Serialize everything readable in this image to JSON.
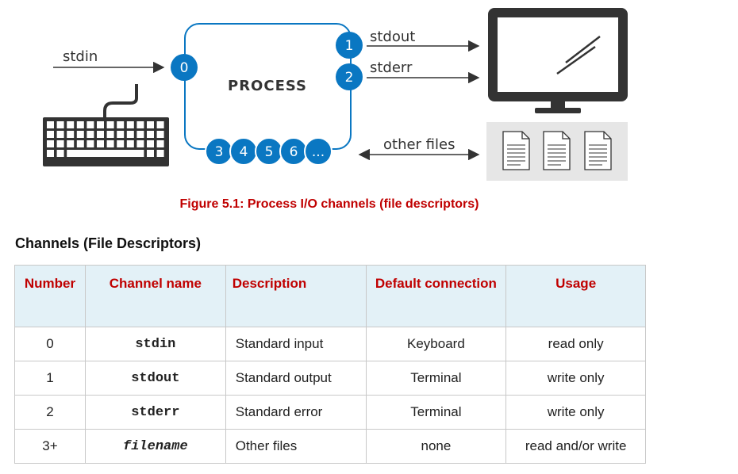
{
  "diagram": {
    "process_label": "PROCESS",
    "inputs": [
      {
        "label": "stdin",
        "fd": "0"
      }
    ],
    "outputs": [
      {
        "label": "stdout",
        "fd": "1"
      },
      {
        "label": "stderr",
        "fd": "2"
      }
    ],
    "other_fds": [
      "3",
      "4",
      "5",
      "6",
      "..."
    ],
    "other_files_label": "other files",
    "icons": [
      "keyboard-icon",
      "monitor-icon",
      "document-icon",
      "document-icon",
      "document-icon"
    ],
    "colors": {
      "fd_circle": "#0a77c2",
      "line": "#333333",
      "process_border": "#0a77c2",
      "files_bg": "#e6e6e6"
    }
  },
  "caption": "Figure 5.1: Process I/O channels (file descriptors)",
  "section_title": "Channels (File Descriptors)",
  "table": {
    "headers": [
      "Number",
      "Channel name",
      "Description",
      "Default connection",
      "Usage"
    ],
    "rows": [
      [
        "0",
        "stdin",
        "Standard input",
        "Keyboard",
        "read only"
      ],
      [
        "1",
        "stdout",
        "Standard output",
        "Terminal",
        "write only"
      ],
      [
        "2",
        "stderr",
        "Standard error",
        "Terminal",
        "write only"
      ],
      [
        "3+",
        "filename",
        "Other files",
        "none",
        "read and/or write"
      ]
    ]
  },
  "colors": {
    "caption": "#c00000",
    "header_text": "#c00000",
    "header_bg": "#e3f1f7"
  }
}
